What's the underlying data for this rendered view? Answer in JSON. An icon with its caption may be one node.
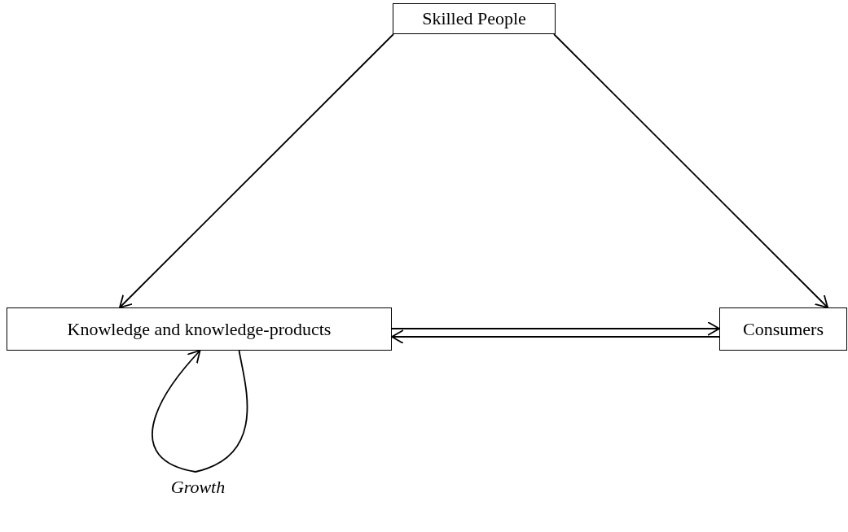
{
  "diagram": {
    "nodes": [
      {
        "text": [
          "Skilled People"
        ]
      },
      {
        "text": [
          "Knowledge and knowledge-products"
        ]
      },
      {
        "text": [
          "Consumers"
        ]
      }
    ],
    "edges": [
      {
        "from": 0,
        "to": 1,
        "arrow": "to"
      },
      {
        "from": 0,
        "to": 2,
        "arrow": "to"
      },
      {
        "from": 1,
        "to": 2,
        "arrow": "to"
      },
      {
        "from": 2,
        "to": 1,
        "arrow": "to"
      },
      {
        "from": 1,
        "to": 1,
        "arrow": "to",
        "label": "Growth"
      }
    ]
  }
}
